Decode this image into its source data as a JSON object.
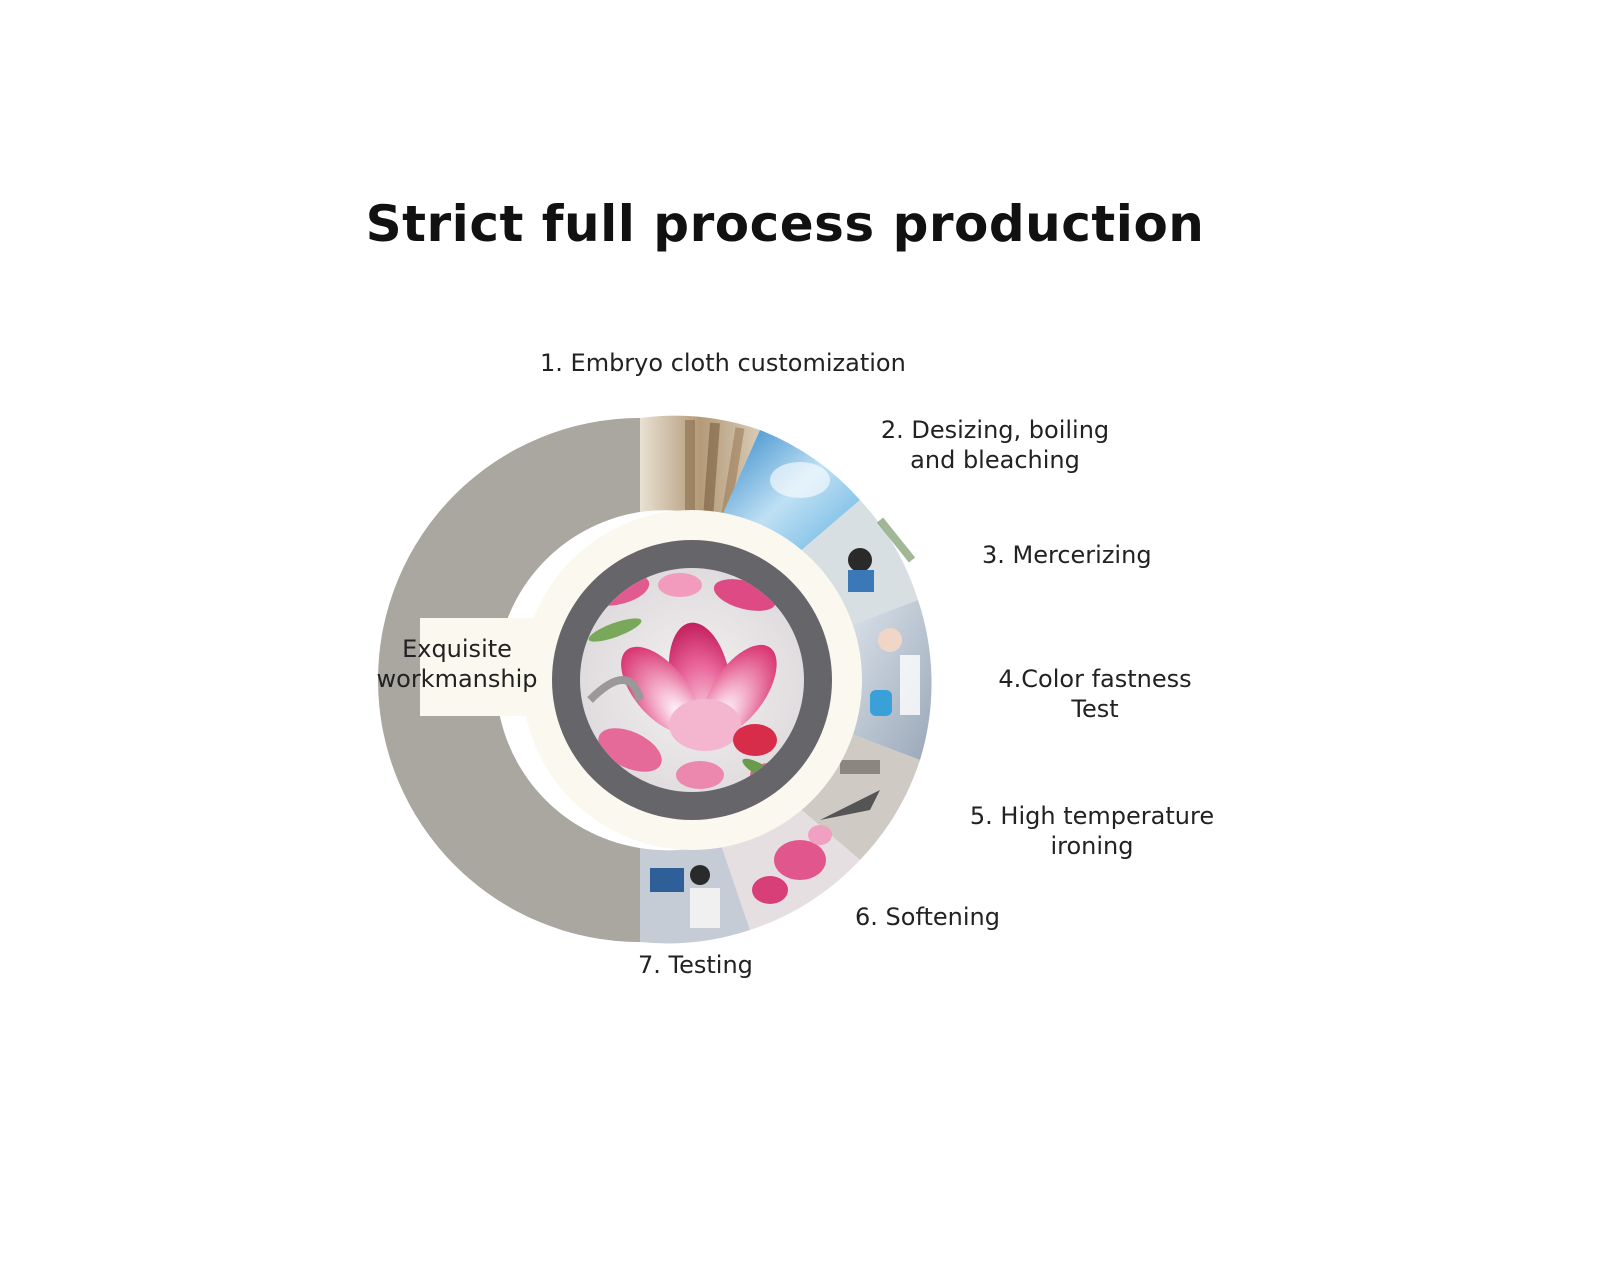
{
  "title": "Strict full process production",
  "center_label": {
    "line1": "Exquisite",
    "line2": "workmanship"
  },
  "steps": [
    {
      "line1": "1. Embryo cloth customization",
      "line2": ""
    },
    {
      "line1": "2. Desizing, boiling",
      "line2": "and bleaching"
    },
    {
      "line1": "3. Mercerizing",
      "line2": ""
    },
    {
      "line1": "4.Color fastness",
      "line2": "Test"
    },
    {
      "line1": "5. High temperature",
      "line2": "ironing"
    },
    {
      "line1": "6. Softening",
      "line2": ""
    },
    {
      "line1": "7. Testing",
      "line2": ""
    }
  ],
  "colors": {
    "outer_ring": "#a9a79f",
    "inner_ring": "#fbf8ef",
    "dark_ring": "#66656a",
    "flower_pink": "#e2568e",
    "photo_blue": "#4aa8da"
  }
}
